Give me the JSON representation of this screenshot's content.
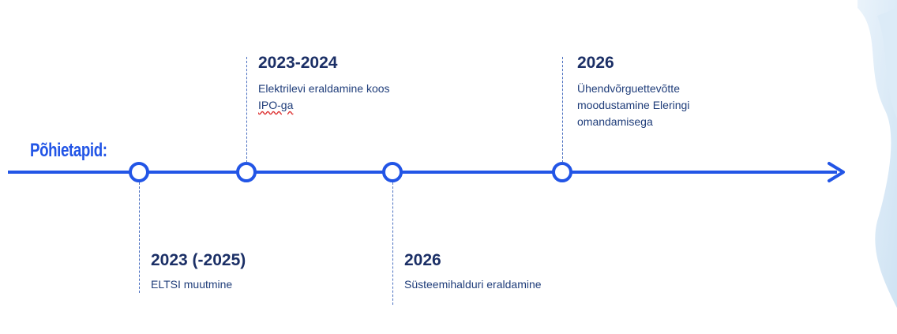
{
  "title": "Põhietapid:",
  "milestones": [
    {
      "year": "2023 (-2025)",
      "desc": [
        "ELTSI muutmine"
      ]
    },
    {
      "year": "2023-2024",
      "desc": [
        "Elektrilevi eraldamine koos",
        "IPO-ga"
      ]
    },
    {
      "year": "2026",
      "desc": [
        "Süsteemihalduri eraldamine"
      ]
    },
    {
      "year": "2026",
      "desc": [
        "Ühendvõrguettevõtte",
        "moodustamine Eleringi",
        "omandamisega"
      ]
    }
  ],
  "colors": {
    "line": "#2255e6",
    "text": "#1b2f66",
    "accent": "#2255e6"
  }
}
